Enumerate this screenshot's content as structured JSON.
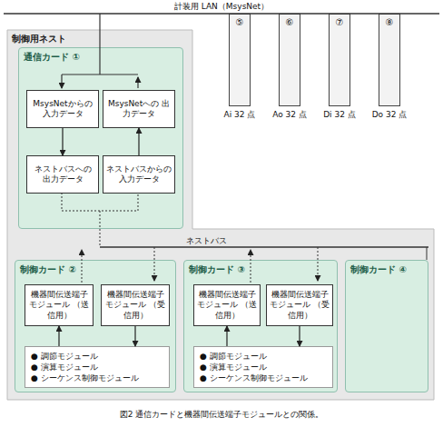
{
  "diagram": {
    "caption": "図2 通信カードと機器間伝送端子モジュールとの関係。",
    "nodes": [
      {
        "text": [
          "制御用ネスト"
        ]
      },
      {
        "text": [
          "通信カード ①"
        ],
        "in": 0
      },
      {
        "text": [
          "MsysNetからの 入力データ"
        ],
        "in": 1
      },
      {
        "text": [
          "MsysNetへの 出力データ"
        ],
        "in": 1
      },
      {
        "text": [
          "ネストバスへの 出力データ"
        ],
        "in": 1
      },
      {
        "text": [
          "ネストバスからの 入力データ"
        ],
        "in": 1
      },
      {
        "text": [
          "制御カード ②"
        ],
        "in": 0
      },
      {
        "text": [
          "機器間伝送端子 モジュール （送信用）"
        ],
        "in": 6
      },
      {
        "text": [
          "機器間伝送端子 モジュール （受信用）"
        ],
        "in": 6
      },
      {
        "text": [
          "● 調節モジュール",
          "● 演算モジュール",
          "● シーケンス制御モジュール"
        ],
        "in": 6
      },
      {
        "text": [
          "制御カード ③"
        ],
        "in": 0
      },
      {
        "text": [
          "機器間伝送端子 モジュール （送信用）"
        ],
        "in": 10
      },
      {
        "text": [
          "機器間伝送端子 モジュール （受信用）"
        ],
        "in": 10
      },
      {
        "text": [
          "● 調節モジュール",
          "● 演算モジュール",
          "● シーケンス制御モジュール"
        ],
        "in": 10
      },
      {
        "text": [
          "制御カード ④"
        ],
        "in": 0
      },
      {
        "text": [
          "⑤",
          "Ai 32 点"
        ]
      },
      {
        "text": [
          "⑥",
          "Ao 32 点"
        ]
      },
      {
        "text": [
          "⑦",
          "Di 32 点"
        ]
      },
      {
        "text": [
          "⑧",
          "Do 32 点"
        ]
      }
    ],
    "edges": [
      {
        "from": 2,
        "to": 4,
        "arrow": "to"
      },
      {
        "from": 5,
        "to": 3,
        "arrow": "to"
      },
      {
        "from": 9,
        "to": 7,
        "arrow": "to"
      },
      {
        "from": 8,
        "to": 9,
        "arrow": "to"
      },
      {
        "from": 13,
        "to": 11,
        "arrow": "to"
      },
      {
        "from": 12,
        "to": 13,
        "arrow": "to"
      }
    ],
    "labels": [
      "計装用 LAN（MsysNet）",
      "ネストバス"
    ]
  }
}
